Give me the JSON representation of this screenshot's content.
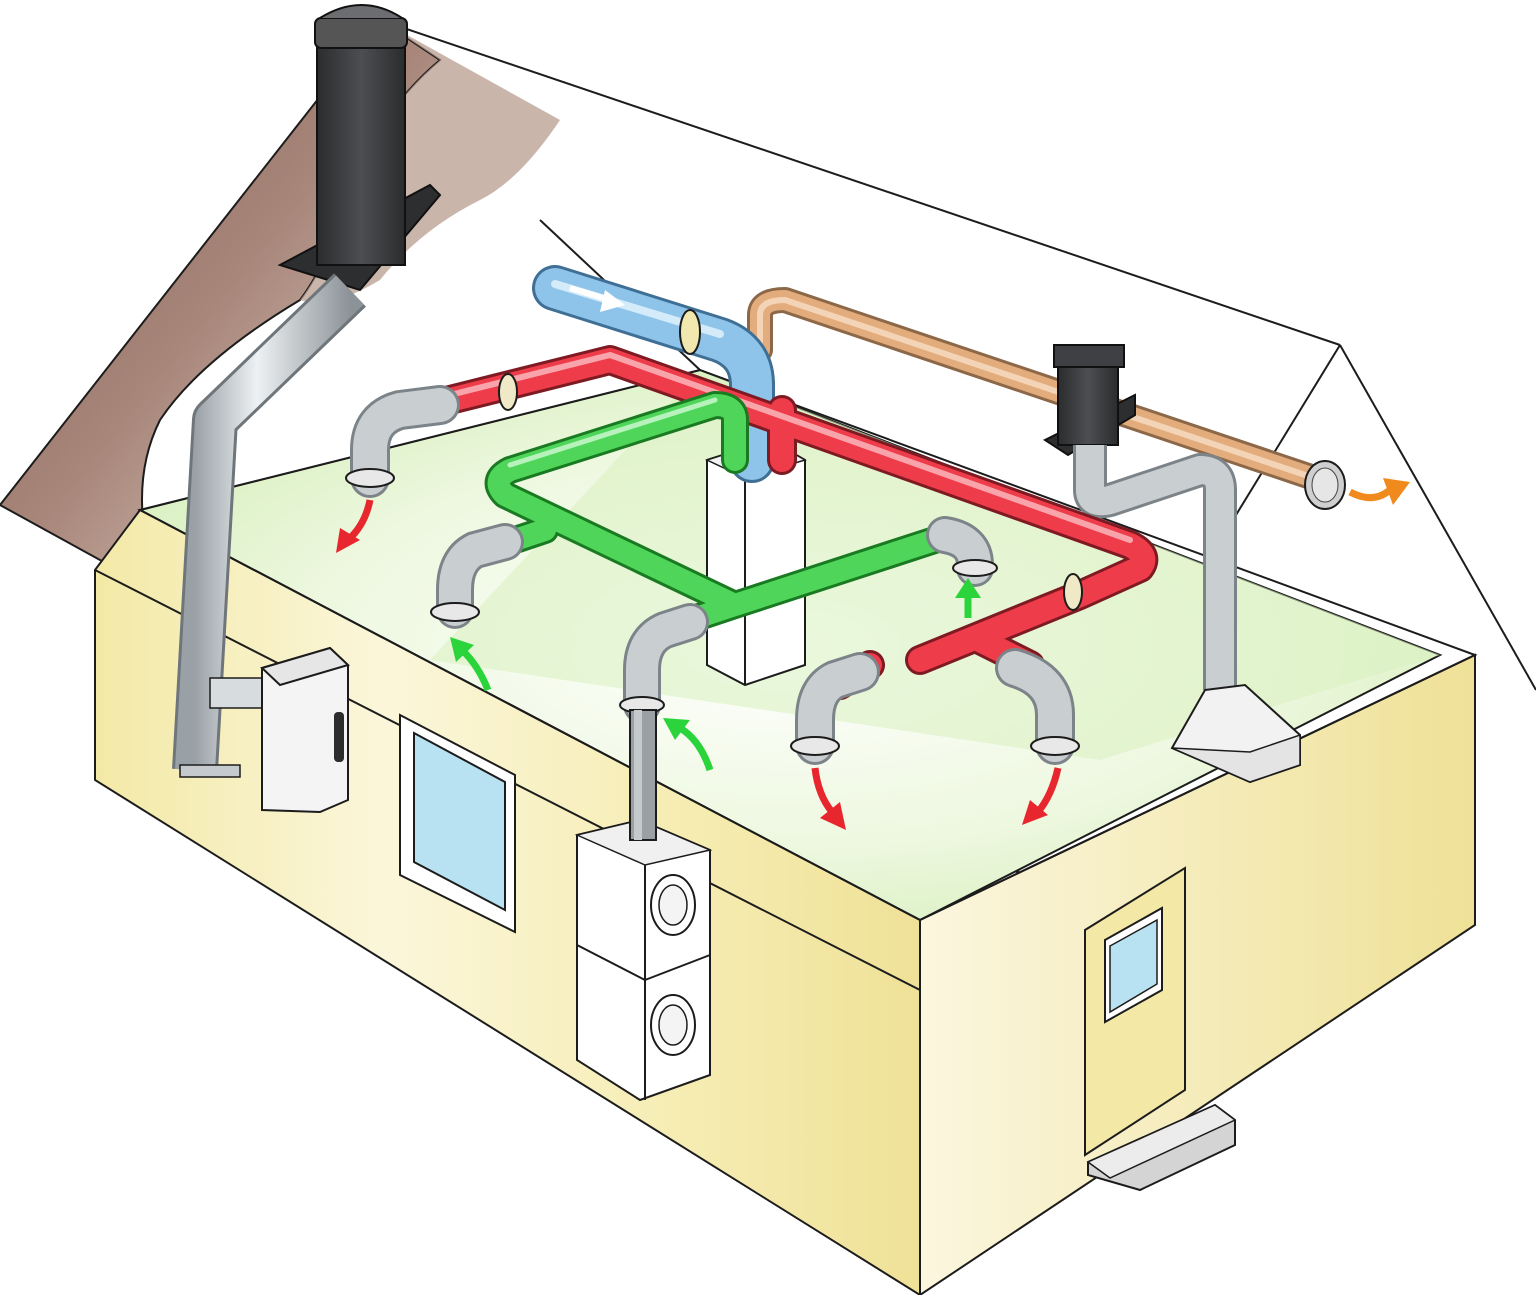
{
  "diagram": {
    "subject": "house-ventilation-cutaway",
    "labels": [],
    "colors": {
      "wall": "#f3e9a6",
      "roof_cutaway": "#8c6a5e",
      "attic_floor": "#dff2c4",
      "supply_duct": "#ee3c4a",
      "return_duct": "#4fd65a",
      "fresh_air_intake": "#8ec3ea",
      "exhaust_duct": "#e2ac7c",
      "flex_duct": "#c9ced1",
      "chimney": "#3e4043",
      "airflow_supply_arrow": "#e8262e",
      "airflow_return_arrow": "#2bd43a",
      "airflow_exhaust_arrow": "#f08a1c",
      "outline": "#1c1c1c"
    },
    "components": [
      {
        "id": "chimney",
        "icon": "chimney-icon"
      },
      {
        "id": "flue-pipe",
        "icon": "pipe-icon"
      },
      {
        "id": "furnace",
        "icon": "furnace-icon"
      },
      {
        "id": "heat-recovery-ventilator",
        "icon": "ventilator-box-icon"
      },
      {
        "id": "fresh-air-intake",
        "icon": "intake-duct-icon"
      },
      {
        "id": "supply-ducts",
        "icon": "duct-icon"
      },
      {
        "id": "return-ducts",
        "icon": "duct-icon"
      },
      {
        "id": "exhaust-vent",
        "icon": "vent-grille-icon"
      },
      {
        "id": "roof-vent",
        "icon": "roof-vent-icon"
      },
      {
        "id": "range-hood",
        "icon": "hood-icon"
      },
      {
        "id": "stacked-washer-dryer",
        "icon": "washer-dryer-icon"
      },
      {
        "id": "window",
        "icon": "window-icon"
      },
      {
        "id": "door",
        "icon": "door-icon"
      },
      {
        "id": "door-step",
        "icon": "step-icon"
      }
    ]
  }
}
